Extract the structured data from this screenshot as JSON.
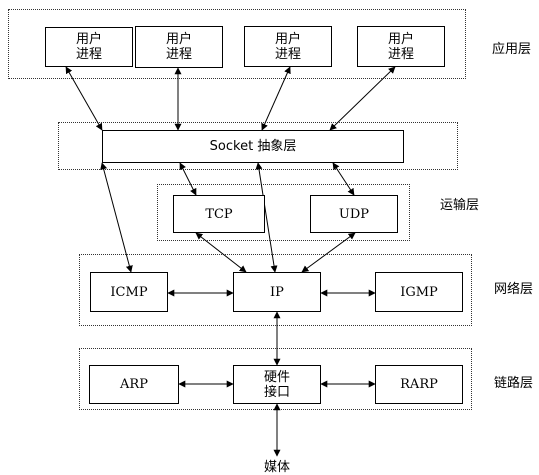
{
  "layers": {
    "application": "应用层",
    "transport": "运输层",
    "network": "网络层",
    "link": "链路层"
  },
  "nodes": {
    "process_1": [
      "用户",
      "进程"
    ],
    "process_2": [
      "用户",
      "进程"
    ],
    "process_3": [
      "用户",
      "进程"
    ],
    "process_4": [
      "用户",
      "进程"
    ],
    "socket": "Socket 抽象层",
    "tcp": "TCP",
    "udp": "UDP",
    "icmp": "ICMP",
    "ip": "IP",
    "igmp": "IGMP",
    "arp": "ARP",
    "hardware": [
      "硬件",
      "接口"
    ],
    "rarp": "RARP",
    "media": "媒体"
  },
  "edges": [
    {
      "from": "process_1",
      "to": "socket",
      "bidirectional": true
    },
    {
      "from": "process_2",
      "to": "socket",
      "bidirectional": true
    },
    {
      "from": "process_3",
      "to": "socket",
      "bidirectional": true
    },
    {
      "from": "process_4",
      "to": "socket",
      "bidirectional": true
    },
    {
      "from": "socket",
      "to": "tcp",
      "bidirectional": true
    },
    {
      "from": "socket",
      "to": "udp",
      "bidirectional": true
    },
    {
      "from": "socket",
      "to": "icmp",
      "bidirectional": true
    },
    {
      "from": "socket",
      "to": "ip",
      "bidirectional": true
    },
    {
      "from": "tcp",
      "to": "ip",
      "bidirectional": true
    },
    {
      "from": "udp",
      "to": "ip",
      "bidirectional": true
    },
    {
      "from": "icmp",
      "to": "ip",
      "bidirectional": true
    },
    {
      "from": "ip",
      "to": "igmp",
      "bidirectional": true
    },
    {
      "from": "ip",
      "to": "hardware",
      "bidirectional": true
    },
    {
      "from": "arp",
      "to": "hardware",
      "bidirectional": true
    },
    {
      "from": "hardware",
      "to": "rarp",
      "bidirectional": true
    },
    {
      "from": "hardware",
      "to": "media",
      "bidirectional": true
    }
  ]
}
